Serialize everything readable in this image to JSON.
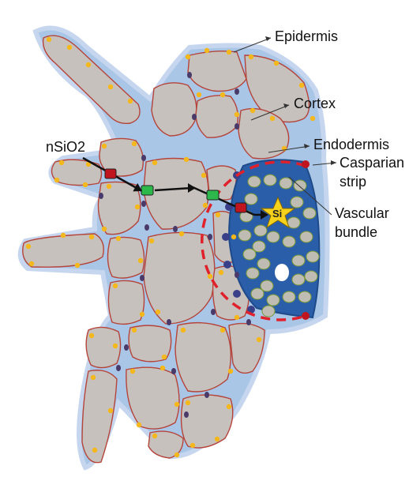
{
  "labels": {
    "epidermis": "Epidermis",
    "cortex": "Cortex",
    "endodermis": "Endodermis",
    "casparian_line1": "Casparian",
    "casparian_line2": "strip",
    "nsio2": "nSiO2",
    "vascular_line1": "Vascular",
    "vascular_line2": "bundle",
    "si": "Si"
  },
  "colors": {
    "apoplast": "#a9c6e6",
    "apoplast_light": "#c7d6ef",
    "cell_fill": "#c6c1bd",
    "cell_wall": "#b5443a",
    "yellow_dot": "#f4b81c",
    "purple_dot": "#4a3a6a",
    "vascular": "#2a5ea8",
    "vascular_cell": "#bfbcb3",
    "vascular_cell_edge": "#7a9a38",
    "casparian_dash": "#e0202a",
    "particle_red": "#c0141e",
    "particle_green": "#2cb84a",
    "star": "#f7d21c",
    "arrow": "#111111"
  }
}
